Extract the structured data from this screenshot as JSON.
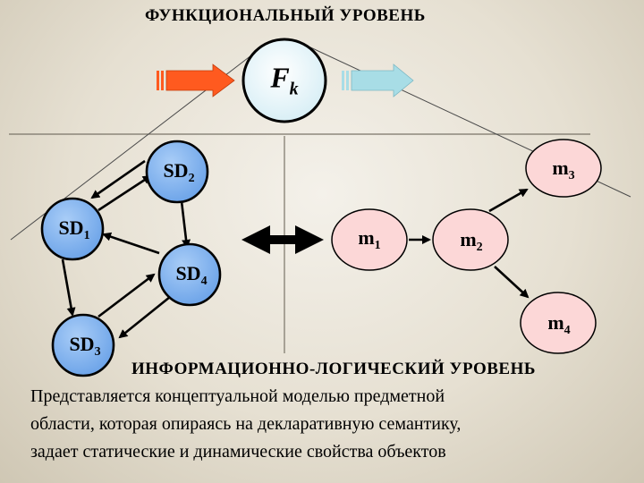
{
  "titles": {
    "functional": "ФУНКЦИОНАЛЬНЫЙ УРОВЕНЬ",
    "info_logical": "ИНФОРМАЦИОННО-ЛОГИЧЕСКИЙ УРОВЕНЬ"
  },
  "function_node": {
    "main": "F",
    "sub": "k"
  },
  "sd_nodes": [
    {
      "main": "SD",
      "sub": "1"
    },
    {
      "main": "SD",
      "sub": "2"
    },
    {
      "main": "SD",
      "sub": "3"
    },
    {
      "main": "SD",
      "sub": "4"
    }
  ],
  "m_nodes": [
    {
      "main": "m",
      "sub": "1"
    },
    {
      "main": "m",
      "sub": "2"
    },
    {
      "main": "m",
      "sub": "3"
    },
    {
      "main": "m",
      "sub": "4"
    }
  ],
  "description": [
    "Представляется концептуальной моделью предметной",
    "области, которая опираясь на декларативную семантику,",
    "задает статические и динамические свойства объектов"
  ],
  "colors": {
    "sd_fill": "#7fb2ef",
    "m_fill": "#fcd7d7",
    "fk_fill": "#d9f0f6",
    "arrow_in": "#ff5a1f",
    "arrow_out": "#a8dde6"
  }
}
